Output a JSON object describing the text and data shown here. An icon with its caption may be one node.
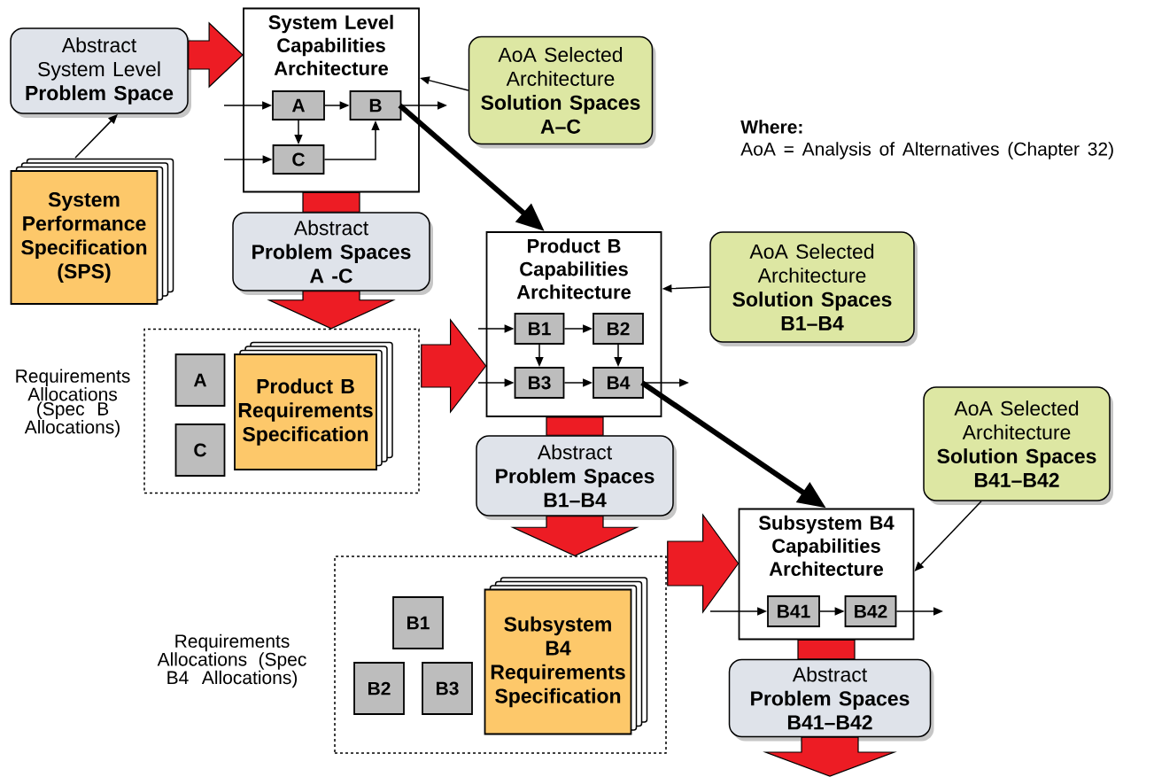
{
  "diagram": {
    "nodes": [
      {
        "text": [
          "Abstract System Level",
          "Problem Space"
        ]
      },
      {
        "text": [
          "System Performance Specification (SPS)"
        ]
      },
      {
        "text": [
          "System Level Capabilities Architecture"
        ]
      },
      {
        "text": [
          "A"
        ],
        "in": 2
      },
      {
        "text": [
          "B"
        ],
        "in": 2
      },
      {
        "text": [
          "C"
        ],
        "in": 2
      },
      {
        "text": [
          "AoA Selected Architecture",
          "Solution Spaces A–C"
        ]
      },
      {
        "text": [
          "Abstract",
          "Problem Spaces A -C"
        ]
      },
      {
        "text": [],
        "shape": "box",
        "beside": [
          "Requirements Allocations (Spec B Allocations)"
        ]
      },
      {
        "text": [
          "A"
        ],
        "in": 8
      },
      {
        "text": [
          "C"
        ],
        "in": 8
      },
      {
        "text": [
          "Product B Requirements Specification"
        ],
        "in": 8
      },
      {
        "text": [
          "Product B Capabilities Architecture"
        ]
      },
      {
        "text": [
          "B1"
        ],
        "in": 12
      },
      {
        "text": [
          "B2"
        ],
        "in": 12
      },
      {
        "text": [
          "B3"
        ],
        "in": 12
      },
      {
        "text": [
          "B4"
        ],
        "in": 12
      },
      {
        "text": [
          "AoA Selected Architecture",
          "Solution Spaces B1–B4"
        ]
      },
      {
        "text": [
          "Abstract",
          "Problem Spaces B1–B4"
        ]
      },
      {
        "text": [],
        "shape": "box",
        "beside": [
          "Requirements Allocations (Spec B4 Allocations)"
        ]
      },
      {
        "text": [
          "B1"
        ],
        "in": 19
      },
      {
        "text": [
          "B2"
        ],
        "in": 19
      },
      {
        "text": [
          "B3"
        ],
        "in": 19
      },
      {
        "text": [
          "Subsystem B4 Requirements Specification"
        ],
        "in": 19
      },
      {
        "text": [
          "AoA Selected Architecture",
          "Solution Spaces B41–B42"
        ]
      },
      {
        "text": [
          "Subsystem B4 Capabilities Architecture"
        ]
      },
      {
        "text": [
          "B41"
        ],
        "in": 25
      },
      {
        "text": [
          "B42"
        ],
        "in": 25
      },
      {
        "text": [
          "Abstract",
          "Problem Spaces B41–B42"
        ]
      }
    ],
    "edges": [
      {
        "from": 1,
        "to": 0,
        "arrow": "to"
      },
      {
        "from": 0,
        "to": 2,
        "arrow": "to",
        "style": "thick",
        "color": "#ed1c24"
      },
      {
        "from": null,
        "to": 3,
        "arrow": "to"
      },
      {
        "from": 3,
        "to": 4,
        "arrow": "to"
      },
      {
        "from": 3,
        "to": 5,
        "arrow": "to"
      },
      {
        "from": 5,
        "to": 4,
        "arrow": "to"
      },
      {
        "from": 4,
        "to": null,
        "arrow": "to"
      },
      {
        "from": null,
        "to": 5,
        "arrow": "to"
      },
      {
        "from": 6,
        "to": 2,
        "arrow": "to"
      },
      {
        "from": 2,
        "to": 7,
        "arrow": "none",
        "style": "thick",
        "color": "#ed1c24"
      },
      {
        "from": 7,
        "to": 8,
        "arrow": "to",
        "style": "thick",
        "color": "#ed1c24"
      },
      {
        "from": 4,
        "to": 12,
        "arrow": "to",
        "style": "thick"
      },
      {
        "from": 8,
        "to": 12,
        "arrow": "to",
        "style": "thick",
        "color": "#ed1c24"
      },
      {
        "from": null,
        "to": 13,
        "arrow": "to"
      },
      {
        "from": 13,
        "to": 14,
        "arrow": "to"
      },
      {
        "from": 13,
        "to": 15,
        "arrow": "to"
      },
      {
        "from": 14,
        "to": 16,
        "arrow": "to"
      },
      {
        "from": null,
        "to": 15,
        "arrow": "to"
      },
      {
        "from": 15,
        "to": 16,
        "arrow": "to"
      },
      {
        "from": 16,
        "to": null,
        "arrow": "to"
      },
      {
        "from": 17,
        "to": 12,
        "arrow": "to"
      },
      {
        "from": 12,
        "to": 18,
        "arrow": "none",
        "style": "thick",
        "color": "#ed1c24"
      },
      {
        "from": 18,
        "to": 19,
        "arrow": "to",
        "style": "thick",
        "color": "#ed1c24"
      },
      {
        "from": 16,
        "to": 25,
        "arrow": "to",
        "style": "thick"
      },
      {
        "from": 19,
        "to": 25,
        "arrow": "to",
        "style": "thick",
        "color": "#ed1c24"
      },
      {
        "from": null,
        "to": 26,
        "arrow": "to"
      },
      {
        "from": 26,
        "to": 27,
        "arrow": "to"
      },
      {
        "from": 27,
        "to": null,
        "arrow": "to"
      },
      {
        "from": 24,
        "to": 25,
        "arrow": "to"
      },
      {
        "from": 25,
        "to": 28,
        "arrow": "none",
        "style": "thick",
        "color": "#ed1c24"
      },
      {
        "from": 28,
        "to": null,
        "arrow": "to",
        "style": "thick",
        "color": "#ed1c24"
      }
    ],
    "labels": [
      "Where:",
      "AoA = Analysis of Alternatives (Chapter 32)"
    ]
  }
}
